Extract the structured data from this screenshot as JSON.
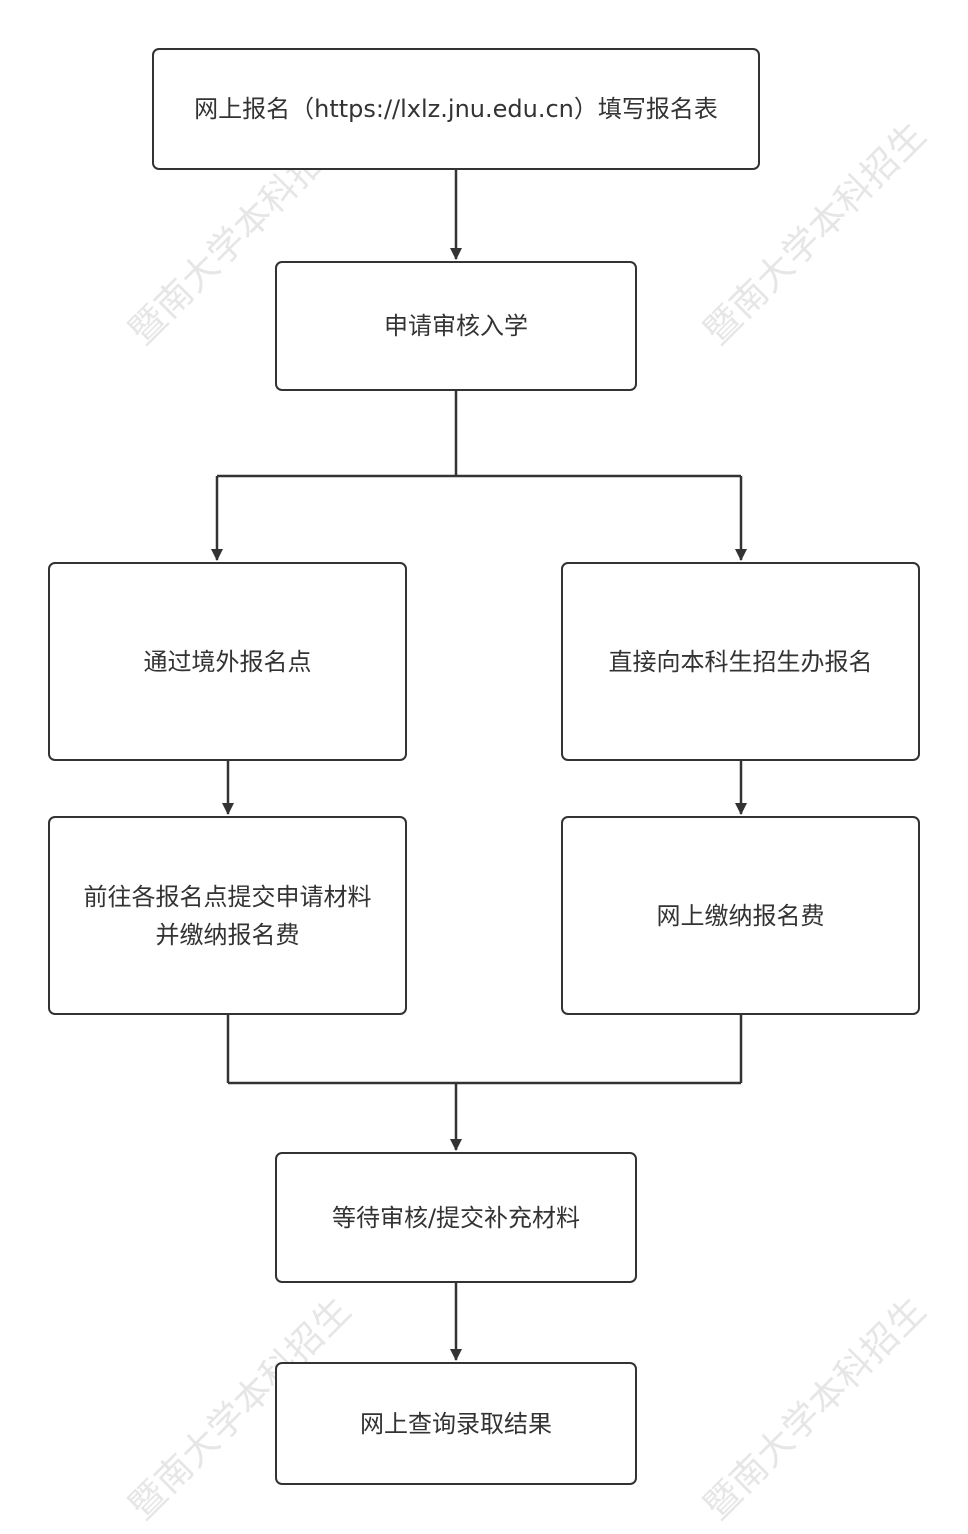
{
  "nodes": {
    "register_online": "网上报名（https://lxlz.jnu.edu.cn）填写报名表",
    "apply_review": "申请审核入学",
    "overseas_point": "通过境外报名点",
    "direct_office": "直接向本科生招生办报名",
    "submit_materials": "前往各报名点提交申请材料\n并缴纳报名费",
    "pay_online": "网上缴纳报名费",
    "await_review": "等待审核/提交补充材料",
    "check_result": "网上查询录取结果"
  },
  "watermark": "暨南大学本科招生",
  "colors": {
    "stroke": "#333333",
    "text": "#333333",
    "watermark": "#e6e6e6",
    "background": "#ffffff"
  }
}
